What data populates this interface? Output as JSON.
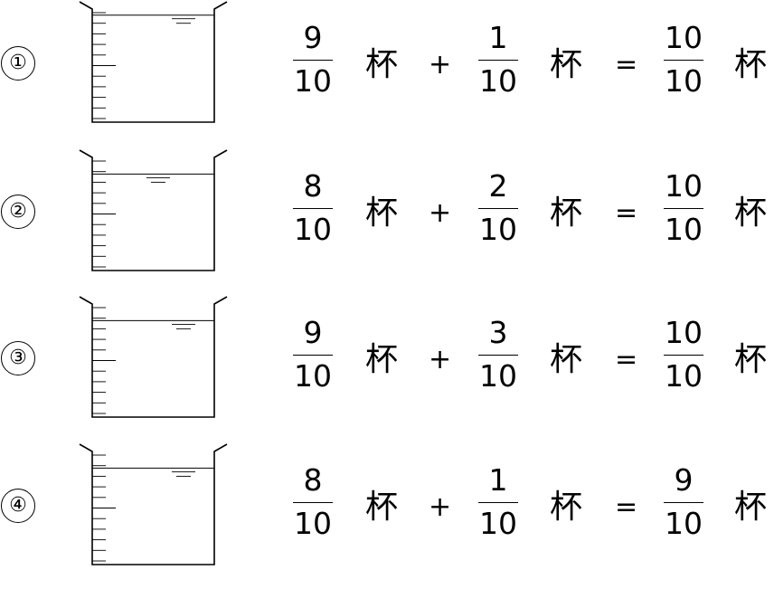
{
  "unit": "杯",
  "plus": "+",
  "equals": "=",
  "problems": [
    {
      "marker": "①",
      "a": {
        "num": "9",
        "den": "10"
      },
      "b": {
        "num": "1",
        "den": "10"
      },
      "result": {
        "num": "10",
        "den": "10"
      },
      "fill_level": 0.9
    },
    {
      "marker": "②",
      "a": {
        "num": "8",
        "den": "10"
      },
      "b": {
        "num": "2",
        "den": "10"
      },
      "result": {
        "num": "10",
        "den": "10"
      },
      "fill_level": 0.8
    },
    {
      "marker": "③",
      "a": {
        "num": "9",
        "den": "10"
      },
      "b": {
        "num": "3",
        "den": "10"
      },
      "result": {
        "num": "10",
        "den": "10"
      },
      "fill_level": 0.8
    },
    {
      "marker": "④",
      "a": {
        "num": "8",
        "den": "10"
      },
      "b": {
        "num": "1",
        "den": "10"
      },
      "result": {
        "num": "9",
        "den": "10"
      },
      "fill_level": 0.8
    }
  ]
}
